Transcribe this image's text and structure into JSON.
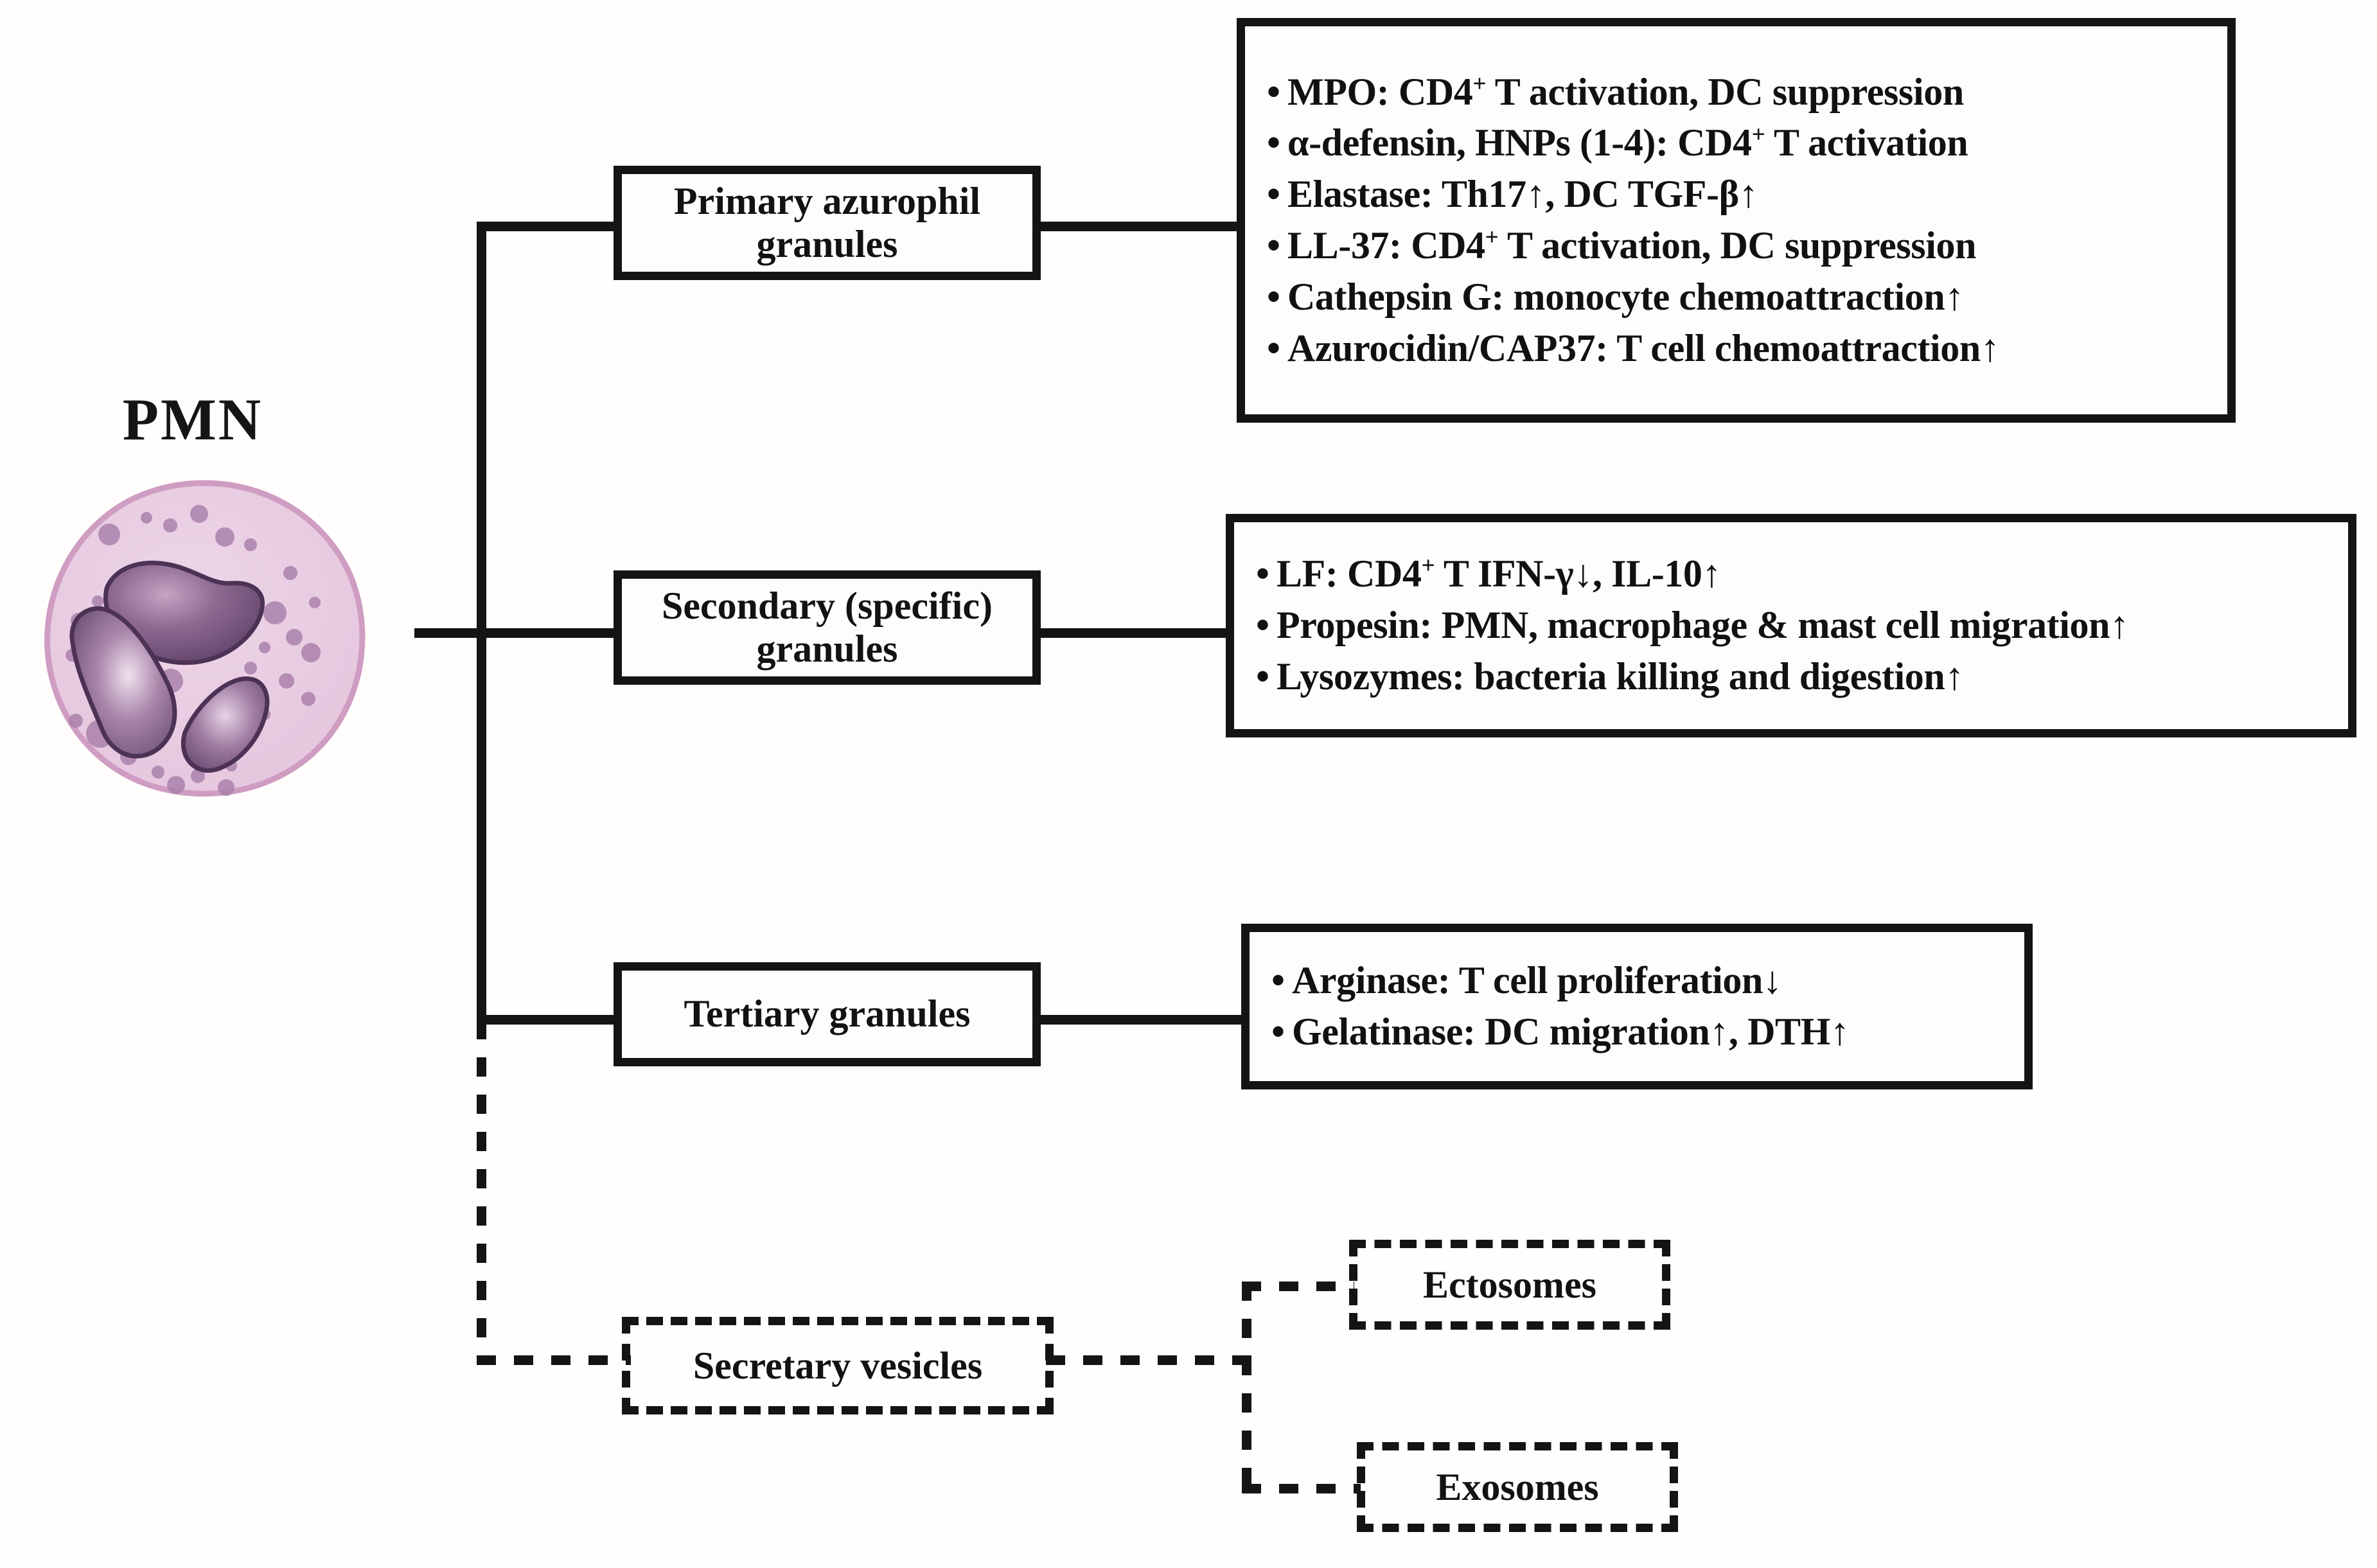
{
  "diagram": {
    "cell": {
      "label": "PMN",
      "cytoplasm_color": "#e9cde0",
      "membrane_color": "#d09ec2",
      "nucleus_color": "#6b4a73",
      "granule_color": "#a77fa8"
    },
    "line_color": "#141414",
    "background_color": "#fffefc",
    "branches": [
      {
        "id": "primary",
        "label": "Primary azurophil granules",
        "label_line_1": "Primary azurophil",
        "label_line_2": "granules",
        "style": "solid",
        "contents": [
          {
            "prefix": "MPO: CD4",
            "sup": "+",
            "suffix": " T activation, DC suppression"
          },
          {
            "prefix": "α-defensin, HNPs (1-4): CD4",
            "sup": "+",
            "suffix": " T activation"
          },
          {
            "prefix": "Elastase: Th17↑, DC TGF-β↑",
            "sup": "",
            "suffix": ""
          },
          {
            "prefix": "LL-37: CD4",
            "sup": "+",
            "suffix": " T activation, DC suppression"
          },
          {
            "prefix": "Cathepsin G: monocyte chemoattraction↑",
            "sup": "",
            "suffix": ""
          },
          {
            "prefix": "Azurocidin/CAP37: T cell chemoattraction↑",
            "sup": "",
            "suffix": ""
          }
        ]
      },
      {
        "id": "secondary",
        "label": "Secondary (specific) granules",
        "label_line_1": "Secondary (specific)",
        "label_line_2": "granules",
        "style": "solid",
        "contents": [
          {
            "prefix": "LF: CD4",
            "sup": "+",
            "suffix": " T IFN-γ↓, IL-10↑"
          },
          {
            "prefix": "Propesin: PMN, macrophage & mast cell migration↑",
            "sup": "",
            "suffix": ""
          },
          {
            "prefix": "Lysozymes: bacteria killing and digestion↑",
            "sup": "",
            "suffix": ""
          }
        ]
      },
      {
        "id": "tertiary",
        "label": "Tertiary granules",
        "label_line_1": "Tertiary granules",
        "label_line_2": "",
        "style": "solid",
        "contents": [
          {
            "prefix": "Arginase: T cell proliferation↓",
            "sup": "",
            "suffix": ""
          },
          {
            "prefix": "Gelatinase: DC migration↑, DTH↑",
            "sup": "",
            "suffix": ""
          }
        ]
      },
      {
        "id": "secretory",
        "label": "Secretary vesicles",
        "style": "dashed",
        "children": [
          {
            "id": "ectosomes",
            "label": "Ectosomes"
          },
          {
            "id": "exosomes",
            "label": "Exosomes"
          }
        ]
      }
    ]
  }
}
